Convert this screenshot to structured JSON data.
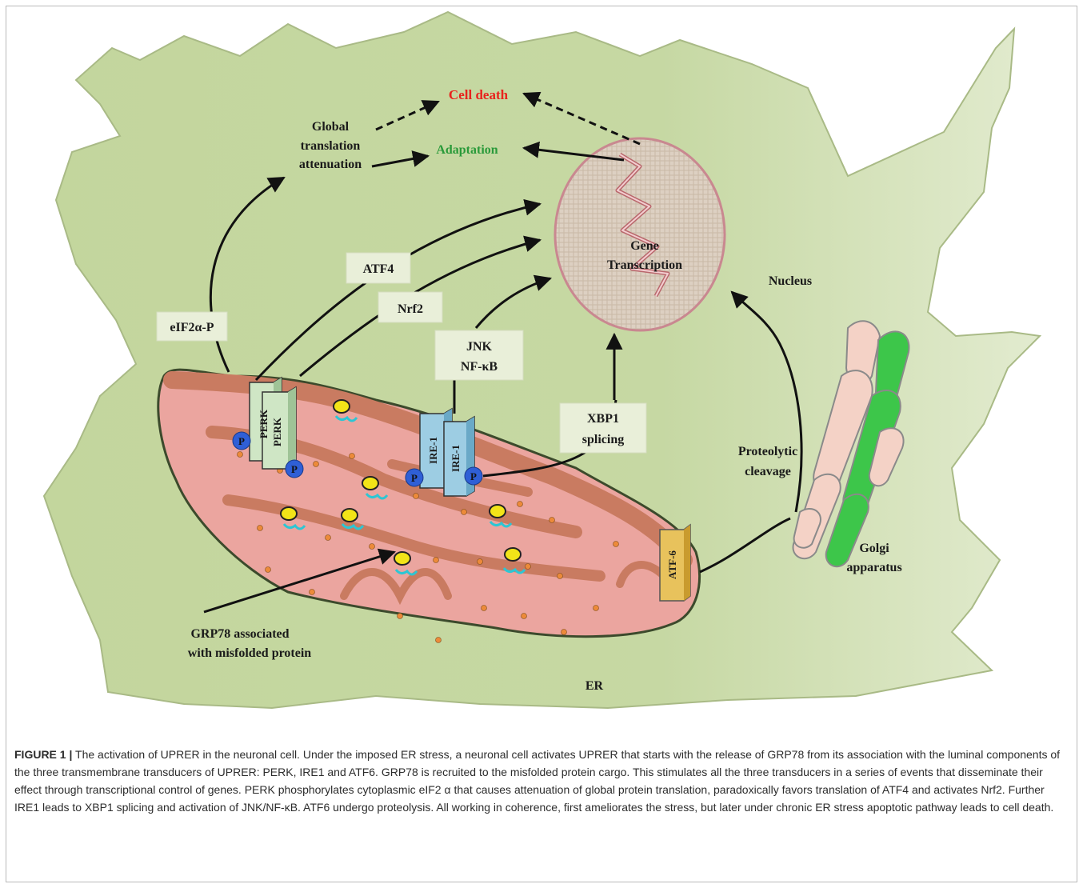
{
  "labels": {
    "cell_death": "Cell death",
    "adaptation": "Adaptation",
    "global_translation": [
      "Global",
      "translation",
      "attenuation"
    ],
    "gene_transcription": [
      "Gene",
      "Transcription"
    ],
    "nucleus": "Nucleus",
    "atf4": "ATF4",
    "nrf2": "Nrf2",
    "eif2a": "eIF2α-P",
    "jnk": [
      "JNK",
      "NF-κB"
    ],
    "xbp1": [
      "XBP1",
      "splicing"
    ],
    "proteolytic": [
      "Proteolytic",
      "cleavage"
    ],
    "golgi": [
      "Golgi",
      "apparatus"
    ],
    "grp78": [
      "GRP78 associated",
      "with misfolded protein"
    ],
    "er": "ER",
    "perk_1": "PERK",
    "perk_2": "PERK",
    "ire1_1": "IRE-1",
    "ire1_2": "IRE-1",
    "atf6": "ATF-6",
    "phospho": "P"
  },
  "colors": {
    "cytoplasm": "#c5d7a1",
    "er_body": "#eba59f",
    "er_lumen": "#c97b61",
    "er_edge": "#3c4a2c",
    "perk": "#cfe6c5",
    "ire1": "#9dcde3",
    "atf6": "#e8c25c",
    "phospho": "#2f5fd6",
    "grp78": "#f2e418",
    "misfolded": "#2cc6d4",
    "golgi_green": "#3dc64a",
    "golgi_pink": "#f4d2c6",
    "cell_death_text": "#e8231d",
    "adaptation_text": "#2a9a3a"
  },
  "caption": {
    "figure_label": "FIGURE 1 |",
    "text": "The activation of UPRER in the neuronal cell. Under the imposed ER stress, a neuronal cell activates UPRER that starts with the release of GRP78 from its association with the luminal components of the three transmembrane transducers of UPRER: PERK, IRE1 and ATF6. GRP78 is recruited to the misfolded protein cargo. This stimulates all the three transducers in a series of events that disseminate their effect through transcriptional control of genes. PERK phosphorylates cytoplasmic eIF2 α that causes attenuation of global protein translation, paradoxically favors translation of ATF4 and activates Nrf2. Further IRE1 leads to XBP1 splicing and activation of JNK/NF-κB. ATF6 undergo proteolysis. All working in coherence, first ameliorates the stress, but later under chronic ER stress apoptotic pathway leads to cell death."
  }
}
